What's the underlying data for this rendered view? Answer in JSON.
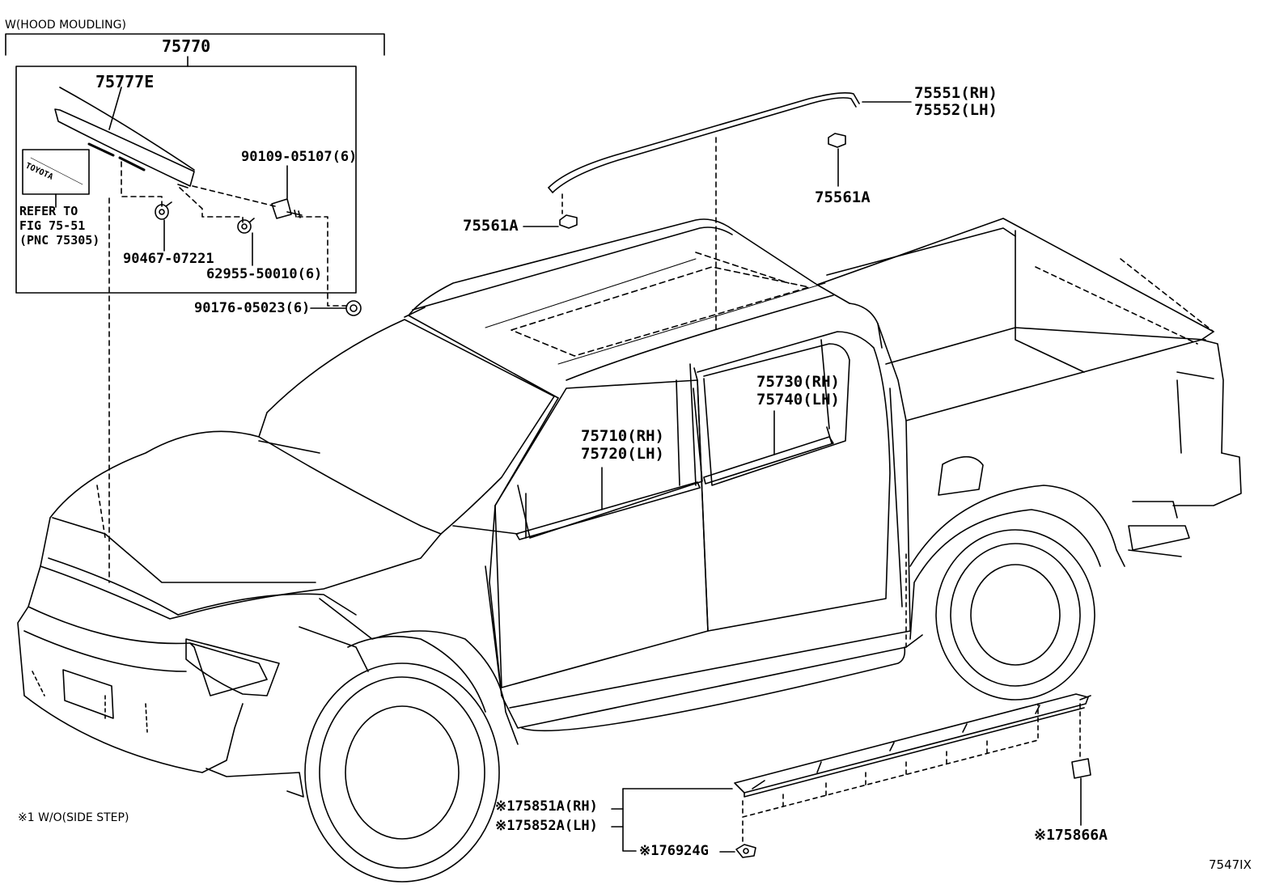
{
  "header": {
    "group_title": "W(HOOD MOUDLING)"
  },
  "hood_moulding": {
    "assembly_part": "75770",
    "moulding_part": "75777E",
    "emblem_text": "TOYOTA",
    "refer_lines": [
      "REFER TO",
      "FIG 75-51",
      "(PNC 75305)"
    ],
    "parts": [
      "90109-05107(6)",
      "90467-07221",
      "62955-50010(6)",
      "90176-05023(6)"
    ]
  },
  "roof_rail": {
    "part_rh": "75551(RH)",
    "part_lh": "75552(LH)",
    "clip_upper": "75561A",
    "clip_lower": "75561A"
  },
  "doors": {
    "rear_rh": "75730(RH)",
    "rear_lh": "75740(LH)",
    "front_rh": "75710(RH)",
    "front_lh": "75720(LH)"
  },
  "rocker": {
    "part_rh": "※175851A(RH)",
    "part_lh": "※175852A(LH)",
    "clip": "※176924G",
    "fastener": "※175866A"
  },
  "footnote": "※1 W/O(SIDE STEP)",
  "figure_code": "7547IX"
}
